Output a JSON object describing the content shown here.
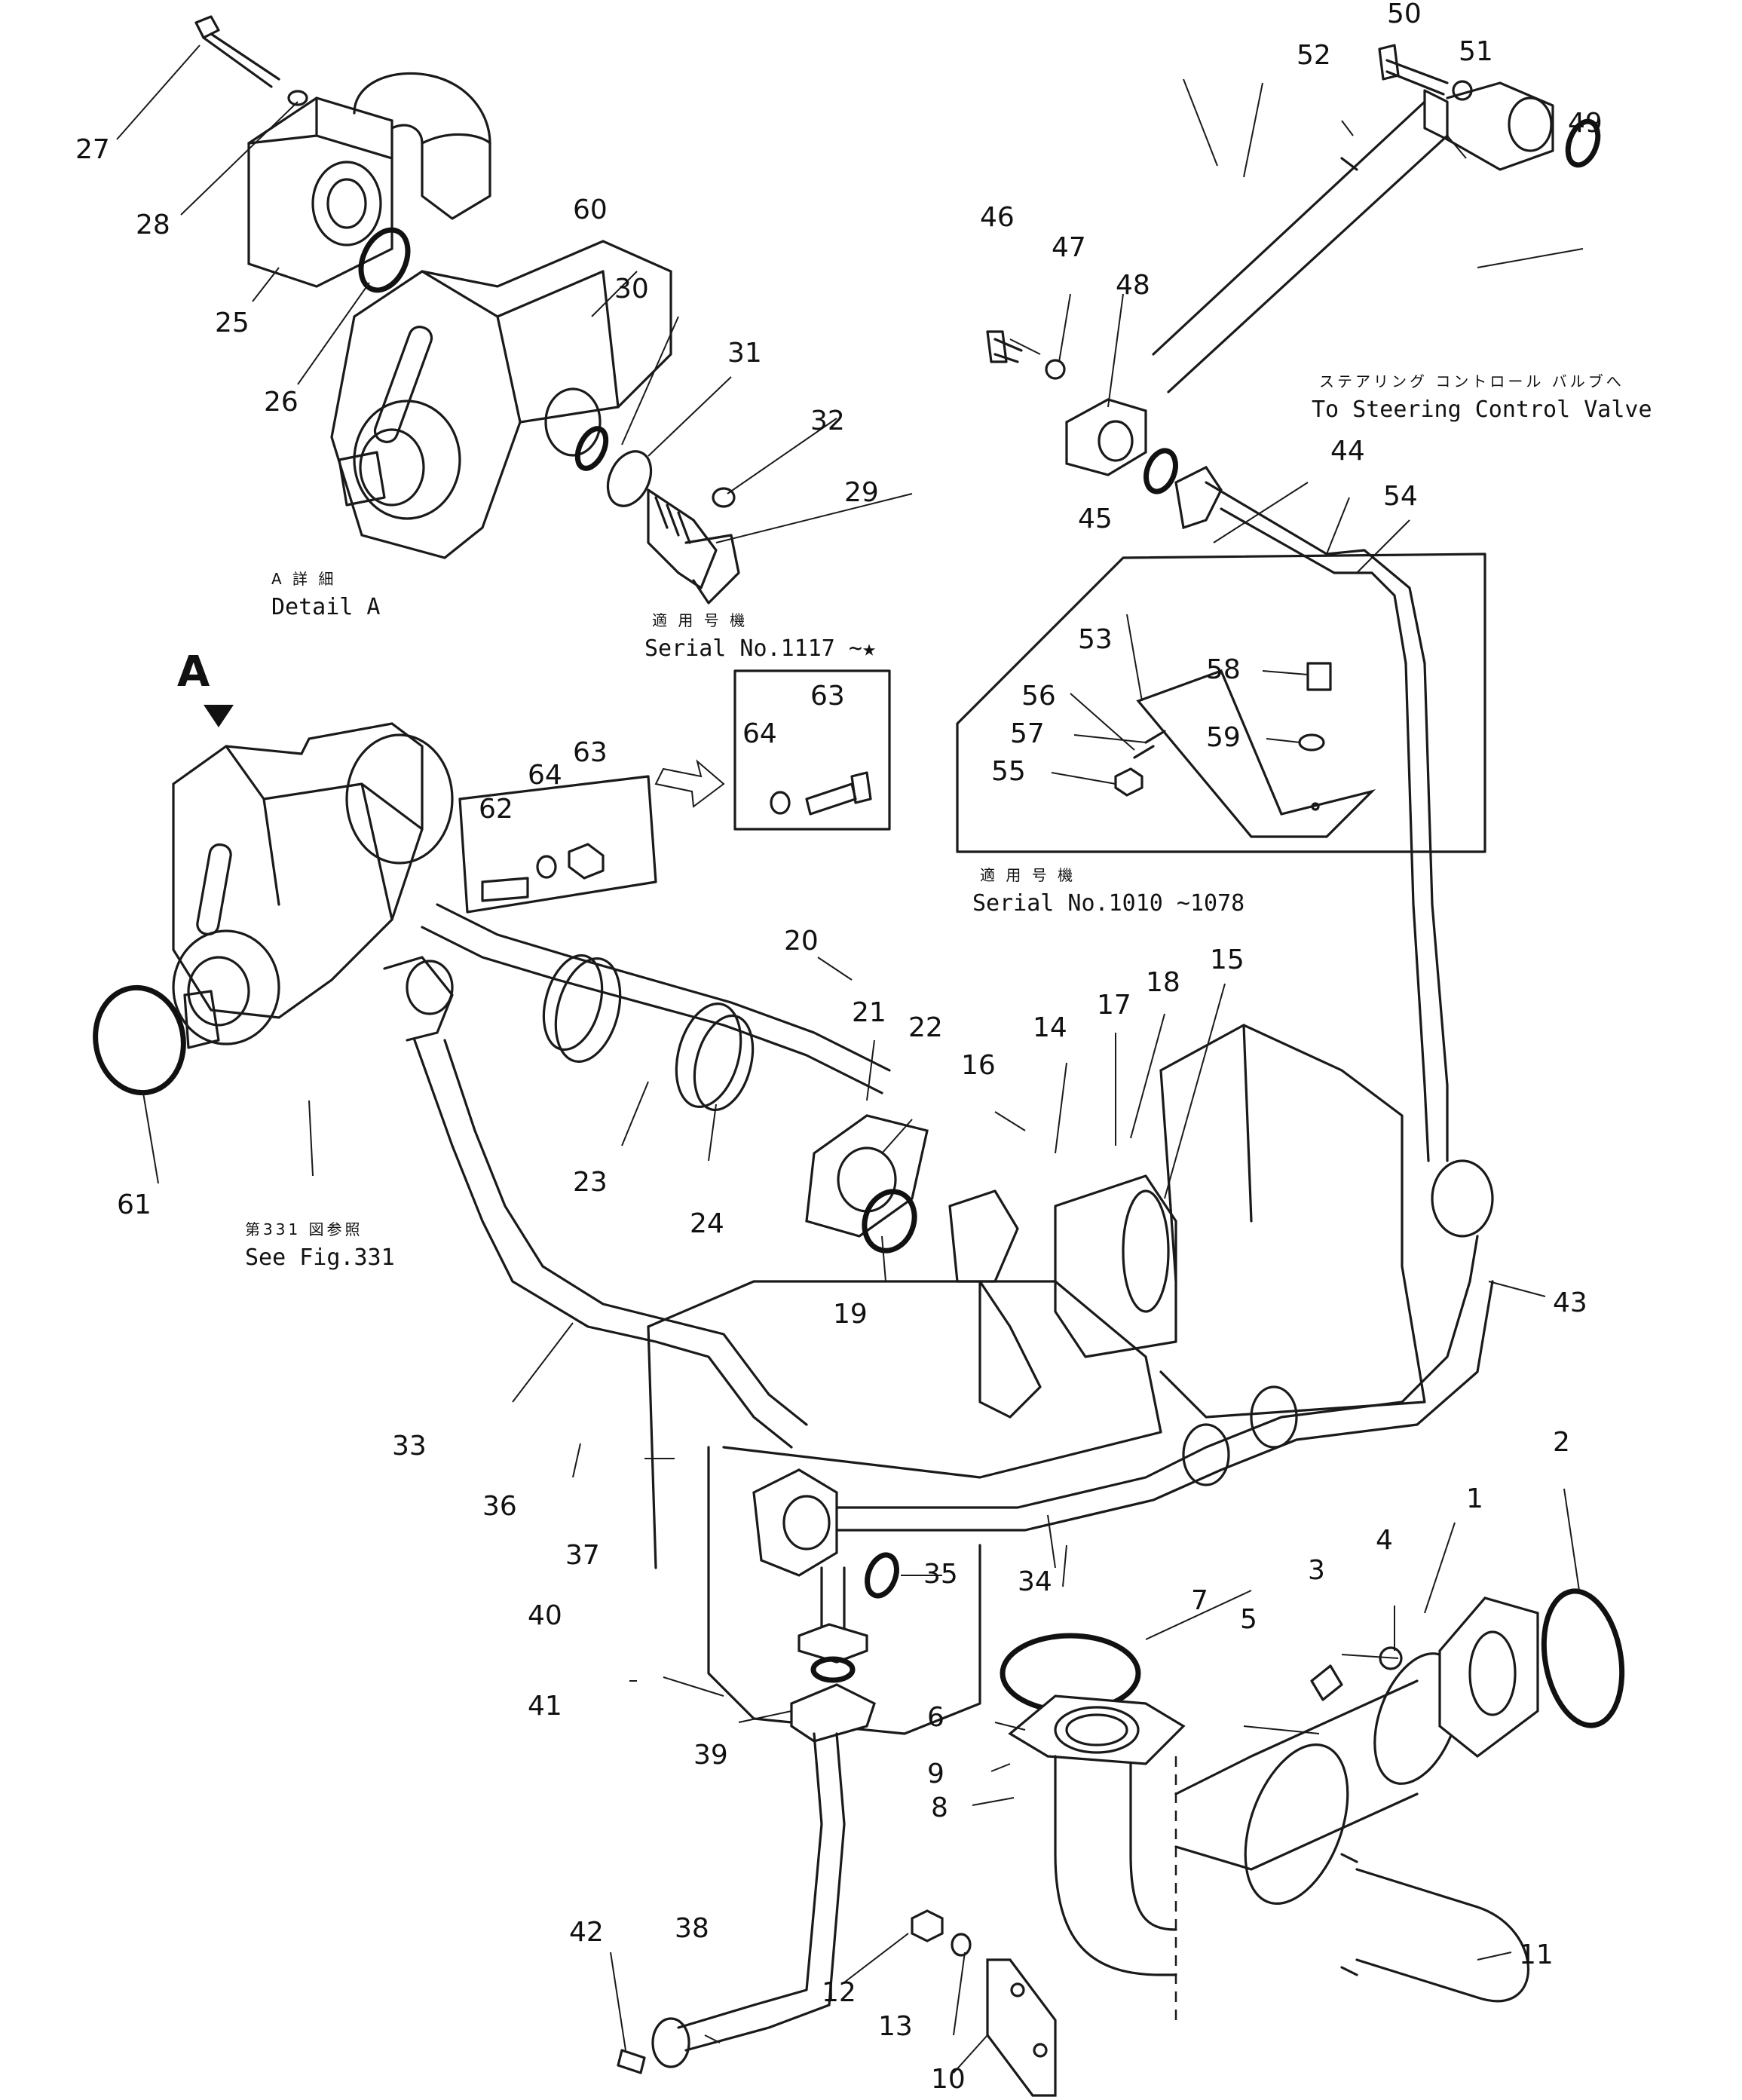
{
  "view_letter": "A",
  "notes": {
    "detail_a_jp": "A 詳 細",
    "detail_a_en": "Detail  A",
    "serial_top_jp": "適 用 号 機",
    "serial_top_en": "Serial  No.1117  ~★",
    "serial_mid_jp": "適 用 号 機",
    "serial_mid_en": "Serial  No.1010 ~1078",
    "steering_jp": "ステアリング コントロール バルブへ",
    "steering_en": "To  Steering  Control  Valve",
    "seefig_jp": "第331 図参照",
    "seefig_en": "See  Fig.331"
  },
  "callouts": [
    "1",
    "2",
    "3",
    "4",
    "5",
    "6",
    "7",
    "8",
    "9",
    "10",
    "11",
    "12",
    "13",
    "14",
    "15",
    "16",
    "17",
    "18",
    "19",
    "20",
    "21",
    "22",
    "23",
    "24",
    "25",
    "26",
    "27",
    "28",
    "29",
    "30",
    "31",
    "32",
    "33",
    "34",
    "35",
    "36",
    "37",
    "38",
    "39",
    "40",
    "41",
    "42",
    "43",
    "44",
    "45",
    "46",
    "47",
    "48",
    "49",
    "50",
    "51",
    "52",
    "53",
    "54",
    "55",
    "56",
    "57",
    "58",
    "59",
    "60",
    "61",
    "62",
    "63",
    "63",
    "64",
    "64"
  ]
}
